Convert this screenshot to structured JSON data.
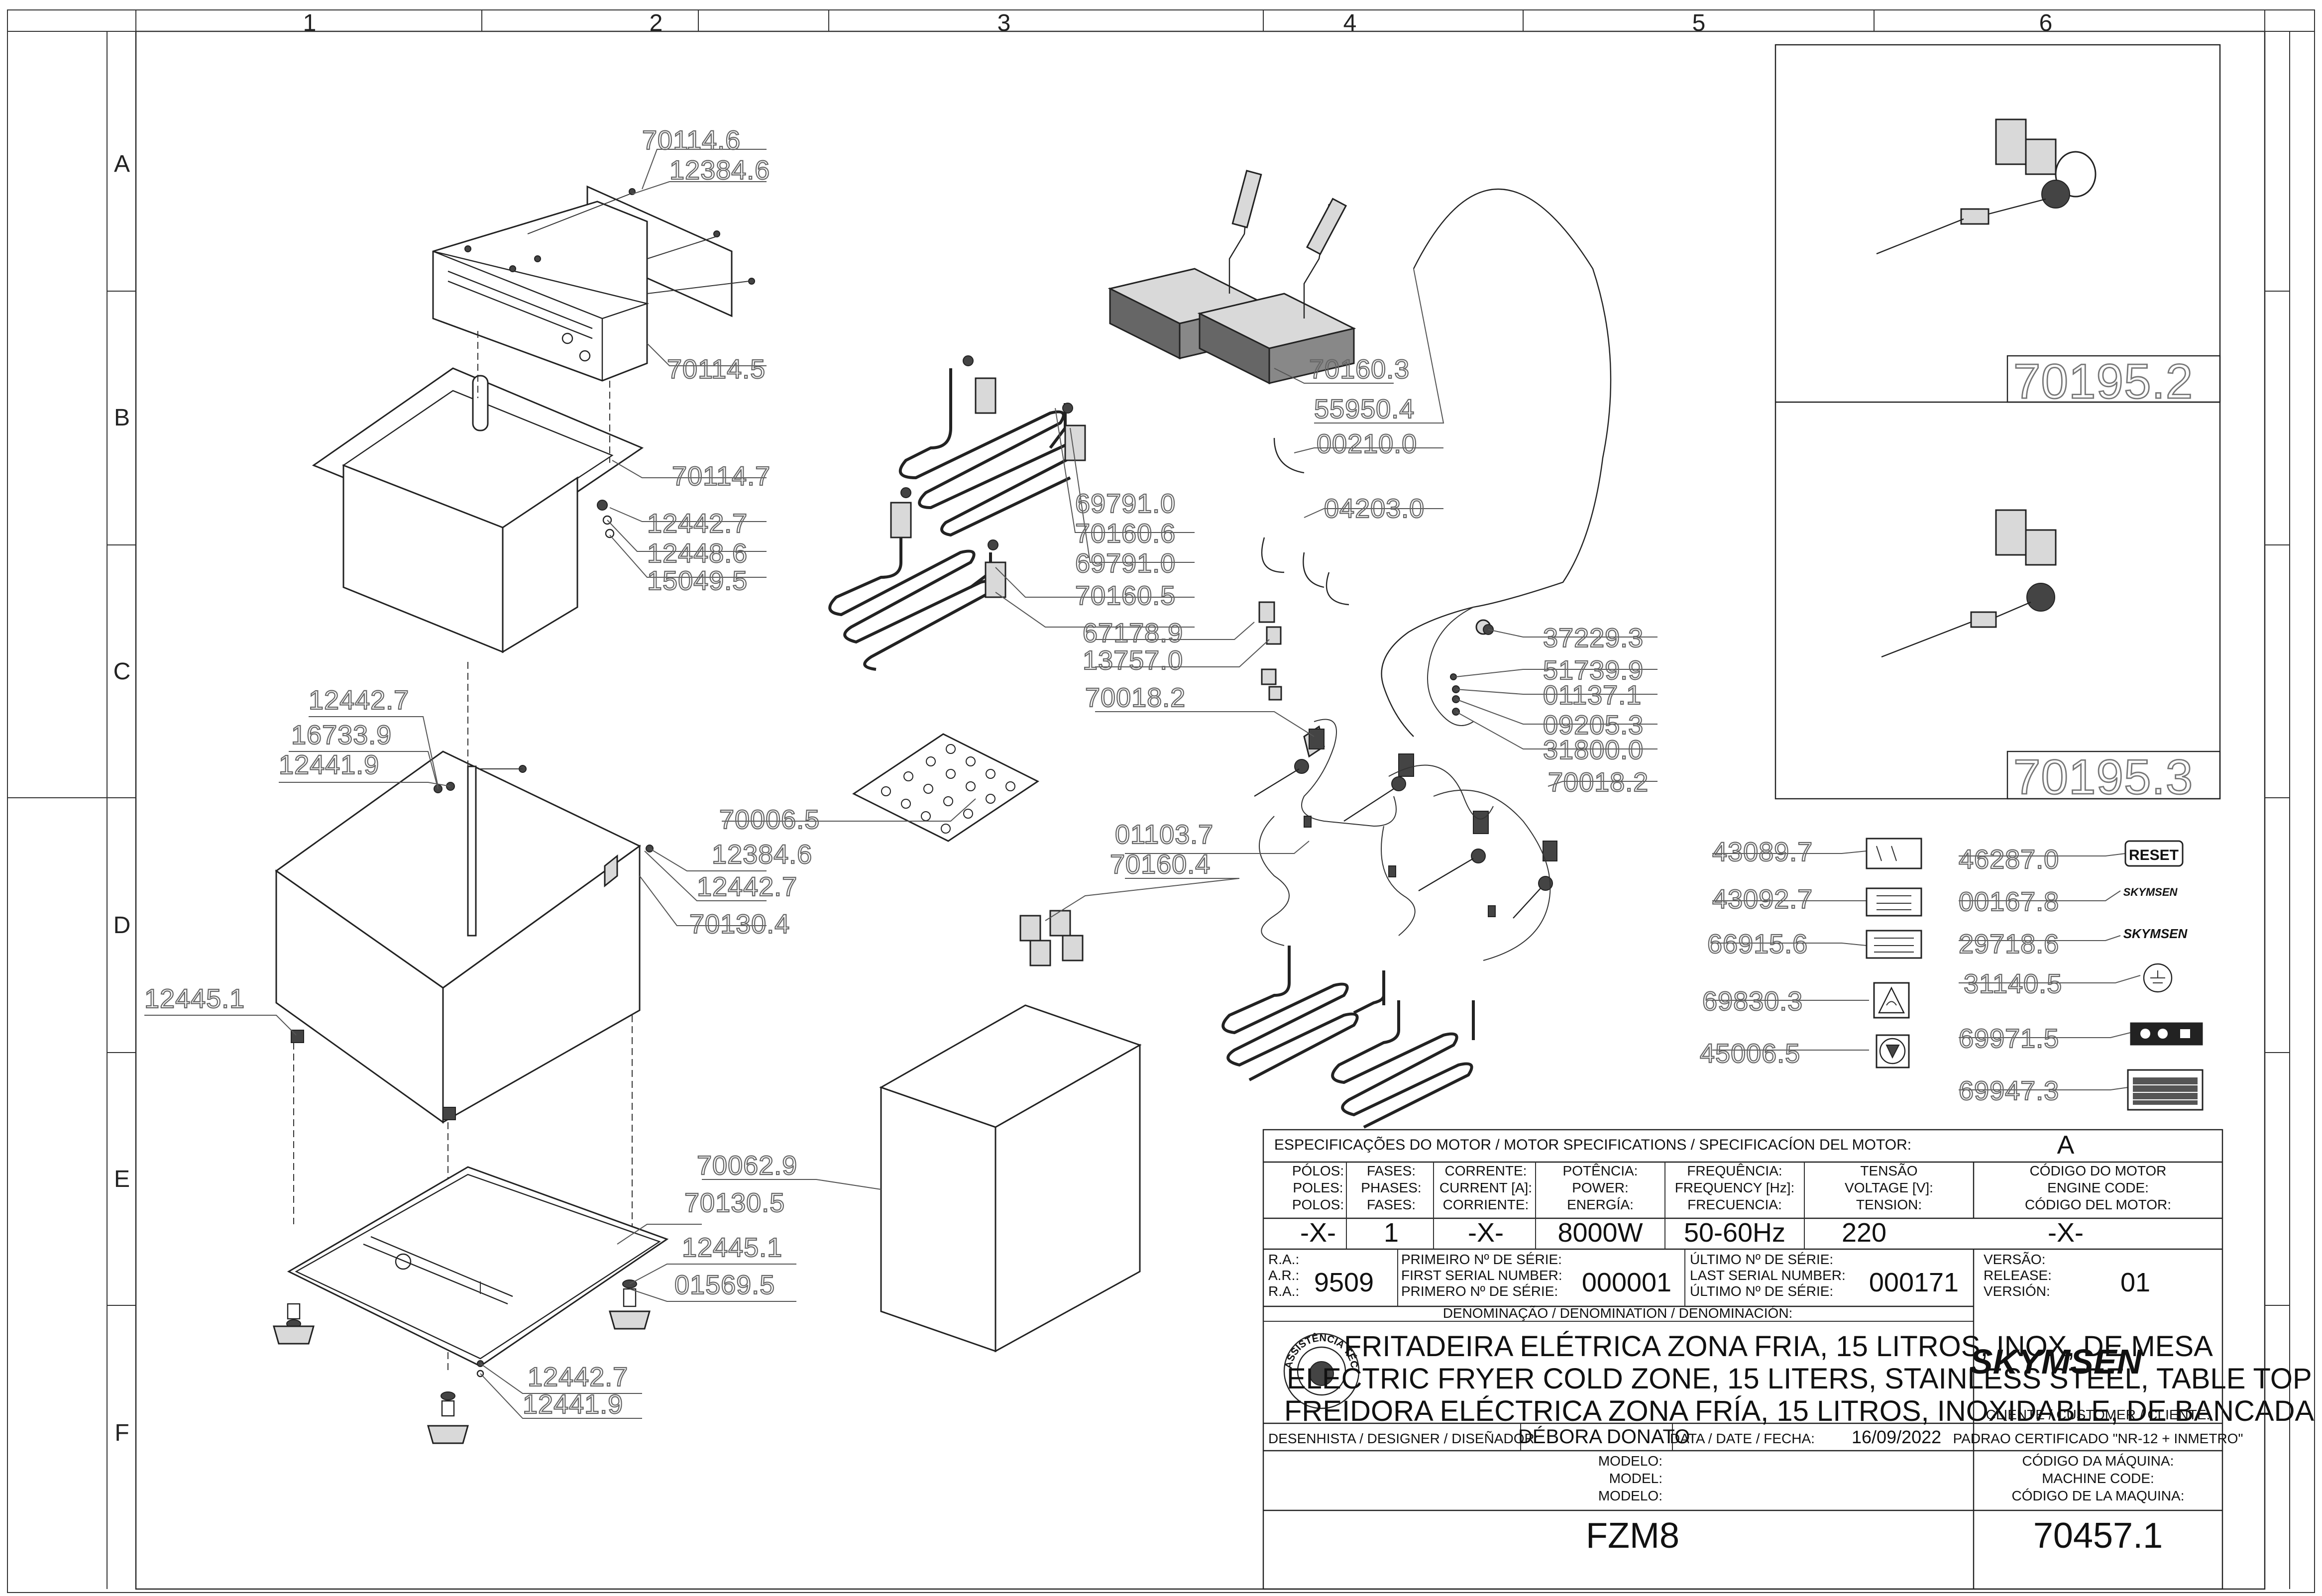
{
  "grid": {
    "columns": [
      "1",
      "2",
      "3",
      "4",
      "5",
      "6"
    ],
    "rows": [
      "A",
      "B",
      "C",
      "D",
      "E",
      "F"
    ]
  },
  "callouts": {
    "c70114_6": "70114.6",
    "c12384_6a": "12384.6",
    "c70114_5": "70114.5",
    "c70114_7": "70114.7",
    "c12442_7a": "12442.7",
    "c12448_6": "12448.6",
    "c15049_5": "15049.5",
    "c12442_7b": "12442.7",
    "c16733_9": "16733.9",
    "c12441_9a": "12441.9",
    "c12384_6b": "12384.6",
    "c12442_7c": "12442.7",
    "c70130_4": "70130.4",
    "c12445_1a": "12445.1",
    "c70062_9": "70062.9",
    "c70130_5": "70130.5",
    "c12445_1b": "12445.1",
    "c01569_5": "01569.5",
    "c12442_7d": "12442.7",
    "c12441_9b": "12441.9",
    "c70160_3": "70160.3",
    "c55950_4": "55950.4",
    "c00210_0": "00210.0",
    "c04203_0": "04203.0",
    "c69791_0a": "69791.0",
    "c70160_6": "70160.6",
    "c69791_0b": "69791.0",
    "c70160_5": "70160.5",
    "c67178_9": "67178.9",
    "c13757_0": "13757.0",
    "c70018_2a": "70018.2",
    "c70006_5": "70006.5",
    "c01103_7": "01103.7",
    "c70160_4": "70160.4",
    "c37229_3": "37229.3",
    "c51739_9": "51739.9",
    "c01137_1": "01137.1",
    "c09205_3": "09205.3",
    "c31800_0": "31800.0",
    "c70018_2b": "70018.2",
    "c43089_7": "43089.7",
    "c43092_7": "43092.7",
    "c66915_6": "66915.6",
    "c69830_3": "69830.3",
    "c45006_5": "45006.5",
    "c46287_0": "46287.0",
    "c00167_8": "00167.8",
    "c29718_6": "29718.6",
    "c31140_5": "31140.5",
    "c69971_5": "69971.5",
    "c69947_3": "69947.3",
    "c70195_2": "70195.2",
    "c70195_3": "70195.3"
  },
  "labels": {
    "reset": "RESET",
    "brand_small_1": "SKYMSEN",
    "brand_small_2": "SKYMSEN"
  },
  "title_block": {
    "motor_header": "ESPECIFICAÇÕES DO MOTOR / MOTOR SPECIFICATIONS / SPECIFICACÍON DEL MOTOR:",
    "motor_rev": "A",
    "poles_l1": "PÓLOS:",
    "poles_l2": "POLES:",
    "poles_l3": "POLOS:",
    "phases_l1": "FASES:",
    "phases_l2": "PHASES:",
    "phases_l3": "FASES:",
    "current_l1": "CORRENTE:",
    "current_l2": "CURRENT [A]:",
    "current_l3": "CORRIENTE:",
    "power_l1": "POTÊNCIA:",
    "power_l2": "POWER:",
    "power_l3": "ENERGÍA:",
    "freq_l1": "FREQUÊNCIA:",
    "freq_l2": "FREQUENCY [Hz]:",
    "freq_l3": "FRECUENCIA:",
    "volt_l1": "TENSÃO",
    "volt_l2": "VOLTAGE [V]:",
    "volt_l3": "TENSION:",
    "code_l1": "CÓDIGO DO MOTOR",
    "code_l2": "ENGINE CODE:",
    "code_l3": "CÓDIGO DEL MOTOR:",
    "poles_v": "-X-",
    "phases_v": "1",
    "current_v": "-X-",
    "power_v": "8000W",
    "freq_v": "50-60Hz",
    "volt_v": "220",
    "code_v": "-X-",
    "ra_l1": "R.A.:",
    "ra_l2": "A.R.:",
    "ra_l3": "R.A.:",
    "ra_v": "9509",
    "first_l1": "PRIMEIRO Nº DE SÉRIE:",
    "first_l2": "FIRST SERIAL NUMBER:",
    "first_l3": "PRIMERO Nº DE SÉRIE:",
    "first_v": "000001",
    "last_l1": "ÚLTIMO Nº DE SÉRIE:",
    "last_l2": "LAST SERIAL NUMBER:",
    "last_l3": "ÚLTIMO Nº DE SÉRIE:",
    "last_v": "000171",
    "ver_l1": "VERSÃO:",
    "ver_l2": "RELEASE:",
    "ver_l3": "VERSIÓN:",
    "ver_v": "01",
    "denom_header": "DENOMINAÇÃO / DENOMINATION / DENOMINACIÓN:",
    "denom_pt": "FRITADEIRA ELÉTRICA ZONA FRIA, 15 LITROS, INOX, DE MESA",
    "denom_en": "ELECTRIC FRYER COLD ZONE, 15 LITERS, STAINLESS STEEL, TABLE TOP",
    "denom_es": "FREIDORA ELÉCTRICA ZONA FRÍA, 15 LITROS, INOXIDABLE, DE BANCADA",
    "brand": "SKYMSEN",
    "client": "CLIENTE / CUSTOMER / CLIENTE:",
    "designer_l": "DESENHISTA / DESIGNER / DISEÑADOR:",
    "designer_v": "DÉBORA DONATO",
    "date_l": "DATA / DATE / FECHA:",
    "date_v": "16/09/2022",
    "standard": "PADRAO CERTIFICADO \"NR-12 + INMETRO\"",
    "model_l1": "MODELO:",
    "model_l2": "MODEL:",
    "model_l3": "MODELO:",
    "model_v": "FZM8",
    "mcode_l1": "CÓDIGO DA MÁQUINA:",
    "mcode_l2": "MACHINE CODE:",
    "mcode_l3": "CÓDIGO DE LA MAQUINA:",
    "mcode_v": "70457.1",
    "seal_text": "ASSISTÊNCIA TÉCNICA AUTORIZADA"
  }
}
